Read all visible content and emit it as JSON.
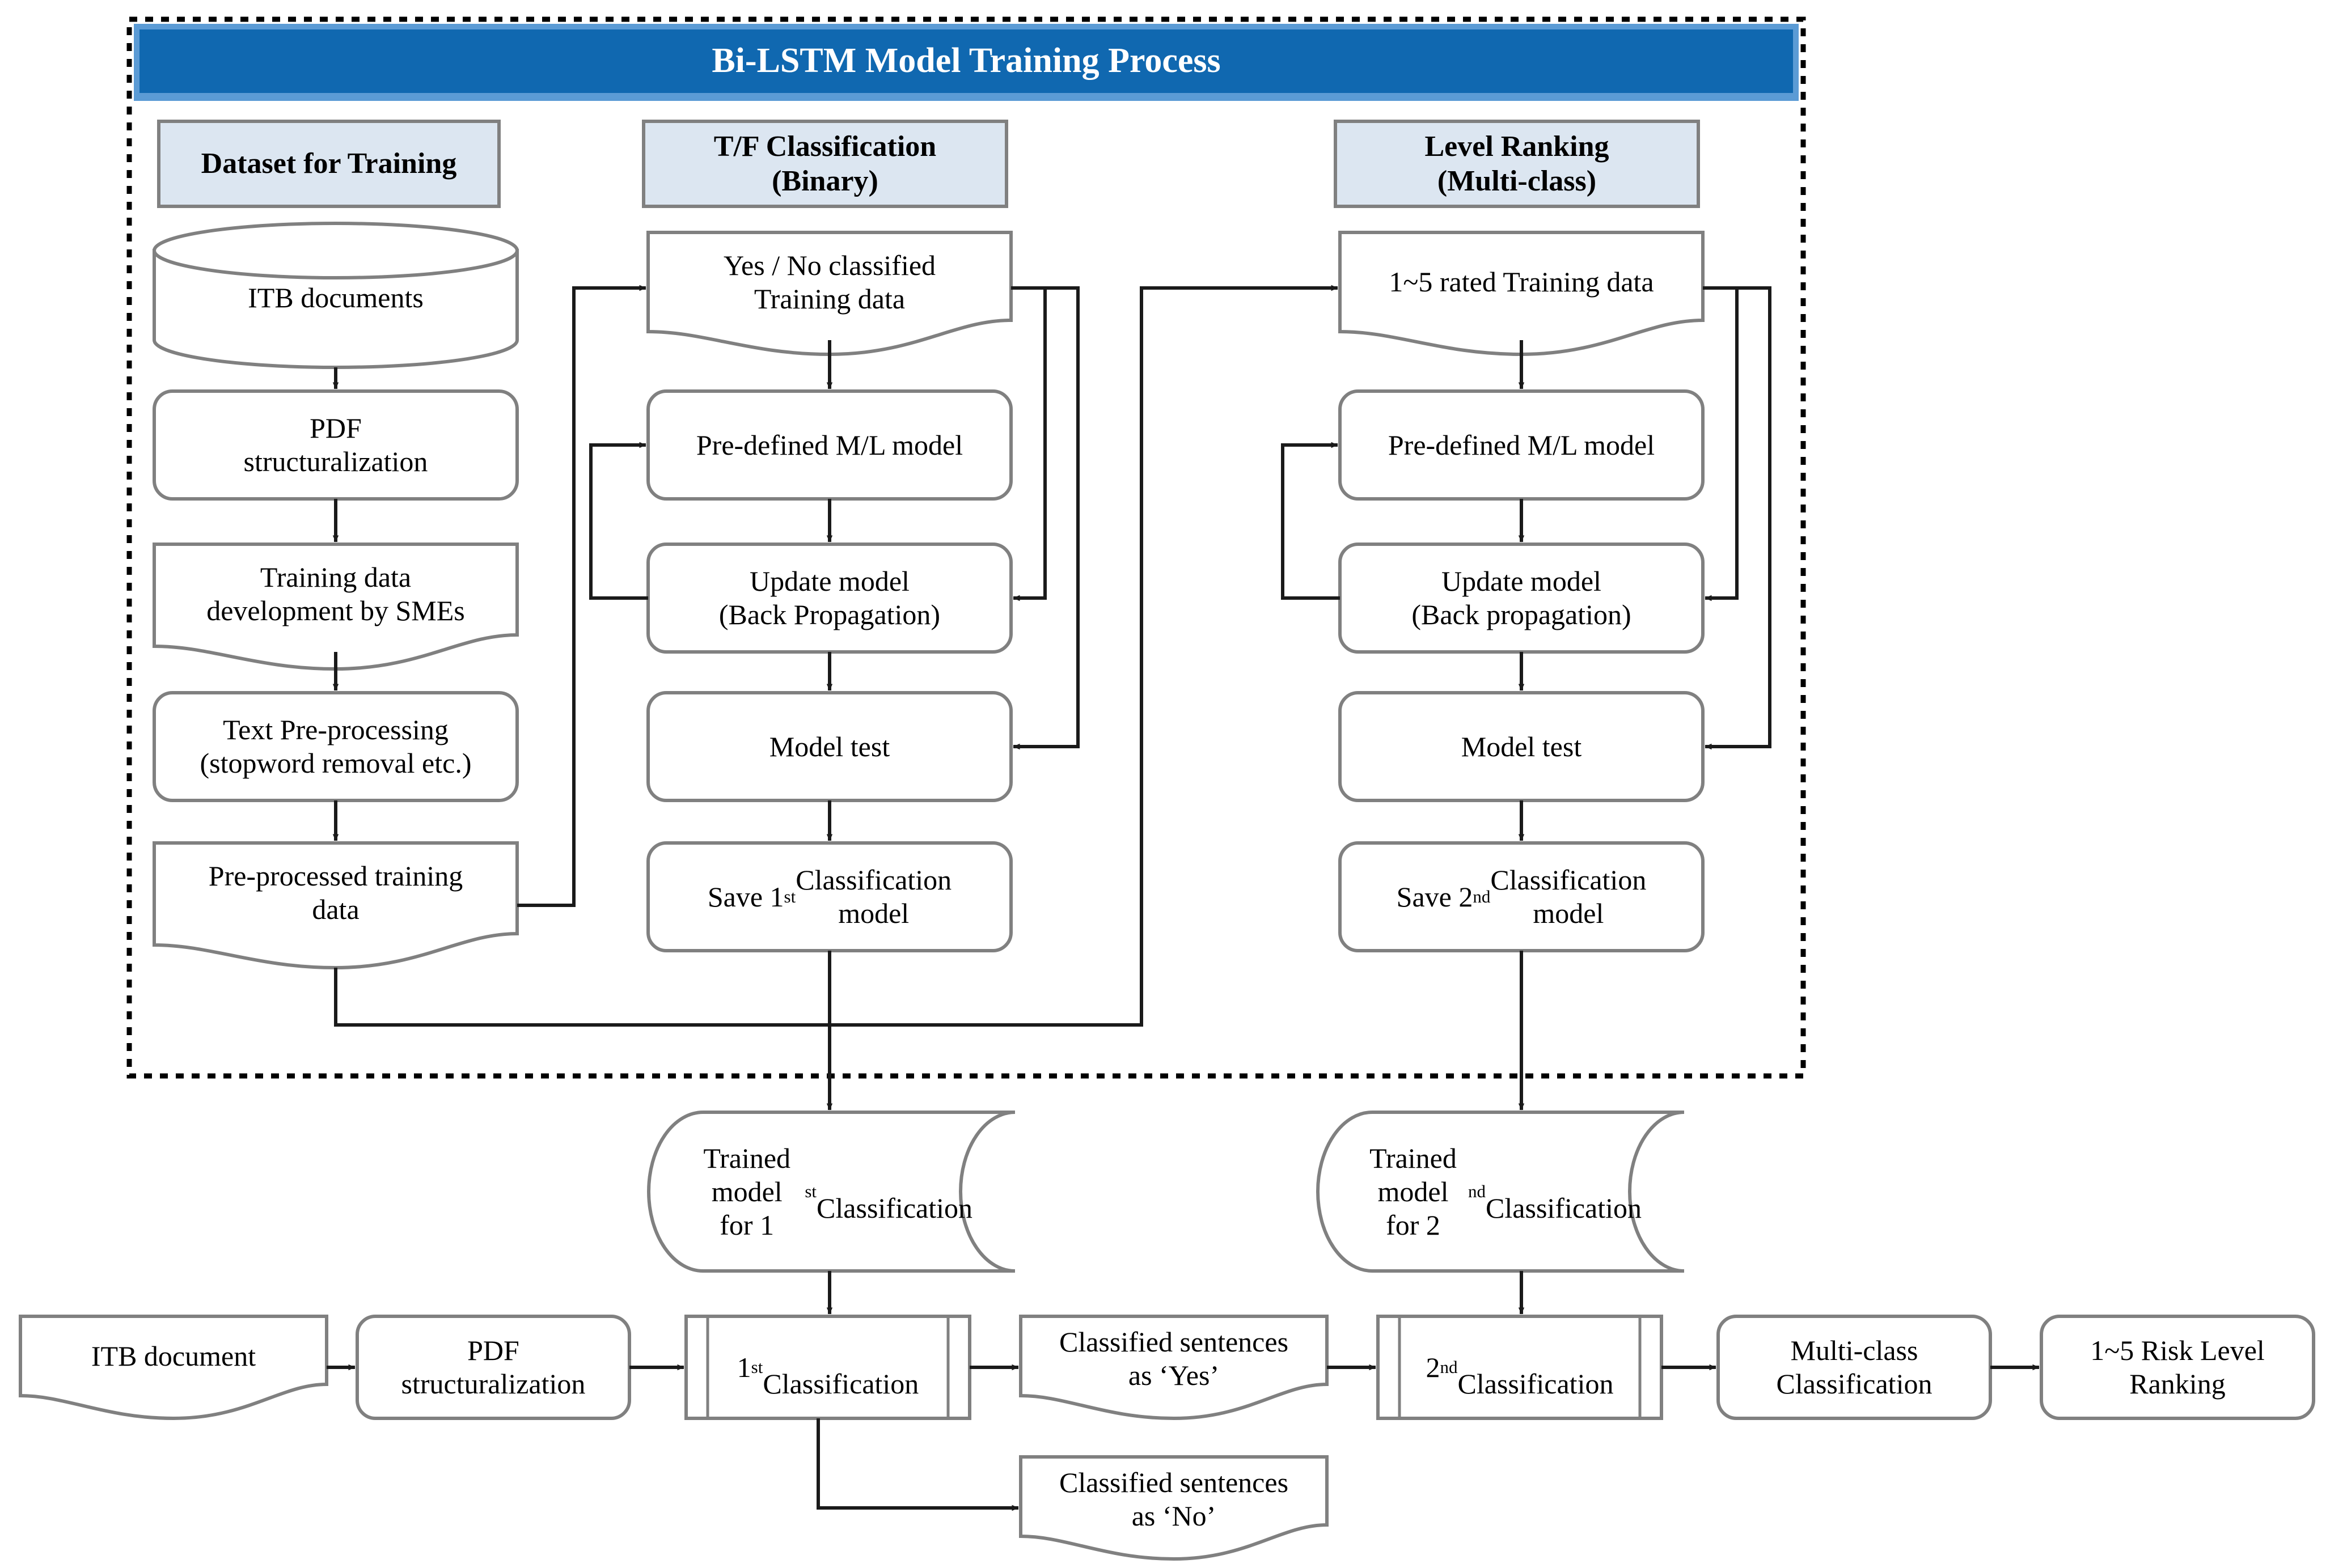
{
  "title_banner": {
    "text": "Bi-LSTM Model Training Process",
    "bg": "#1068b0",
    "border": "#5b9bd5",
    "text_color": "#ffffff"
  },
  "container": {
    "style": "dotted-border",
    "border_color": "#000000"
  },
  "palette": {
    "header_fill": "#dce6f1",
    "header_border": "#808080",
    "shape_border": "#808080",
    "line": "#404040",
    "page_bg": "#ffffff"
  },
  "column_headers": [
    {
      "id": "dataset",
      "label": "Dataset  for Training"
    },
    {
      "id": "tf",
      "label": "T/F Classification\n(Binary)"
    },
    {
      "id": "level",
      "label": "Level Ranking\n(Multi-class)"
    }
  ],
  "column_dataset": {
    "nodes": [
      {
        "id": "itb-documents",
        "label": "ITB documents",
        "shape": "cylinder"
      },
      {
        "id": "pdf-structuralization",
        "label": "PDF\nstructuralization",
        "shape": "rounded-rect"
      },
      {
        "id": "training-data-development",
        "label": "Training data\ndevelopment by SMEs",
        "shape": "document"
      },
      {
        "id": "text-preprocessing",
        "label": "Text Pre-processing\n(stopword removal etc.)",
        "shape": "rounded-rect"
      },
      {
        "id": "preprocessed-training-data",
        "label": "Pre-processed training\ndata",
        "shape": "document"
      }
    ]
  },
  "column_tf": {
    "nodes": [
      {
        "id": "yes-no-training-data",
        "label": "Yes / No classified\nTraining data",
        "shape": "document"
      },
      {
        "id": "predefined-ml-model-1",
        "label": "Pre-defined M/L model",
        "shape": "rounded-rect"
      },
      {
        "id": "update-model-1",
        "label": "Update model\n(Back Propagation)",
        "shape": "rounded-rect"
      },
      {
        "id": "model-test-1",
        "label": "Model test",
        "shape": "rounded-rect"
      },
      {
        "id": "save-1st-model",
        "label_html": "Save 1<sup>st</sup> Classification\nmodel",
        "label": "Save 1st Classification model",
        "shape": "rounded-rect"
      }
    ]
  },
  "column_level": {
    "nodes": [
      {
        "id": "rated-training-data",
        "label": "1~5 rated Training data",
        "shape": "document"
      },
      {
        "id": "predefined-ml-model-2",
        "label": "Pre-defined M/L model",
        "shape": "rounded-rect"
      },
      {
        "id": "update-model-2",
        "label": "Update model\n(Back propagation)",
        "shape": "rounded-rect"
      },
      {
        "id": "model-test-2",
        "label": "Model test",
        "shape": "rounded-rect"
      },
      {
        "id": "save-2nd-model",
        "label_html": "Save 2<sup>nd</sup> Classification\nmodel",
        "label": "Save 2nd Classification model",
        "shape": "rounded-rect"
      }
    ]
  },
  "trained_models": [
    {
      "id": "trained-model-1",
      "label_html": "Trained model\nfor 1<sup>st</sup>\nClassification",
      "label": "Trained model for 1st Classification",
      "shape": "stored-data"
    },
    {
      "id": "trained-model-2",
      "label_html": "Trained model\nfor 2<sup>nd</sup>\nClassification",
      "label": "Trained model for 2nd Classification",
      "shape": "stored-data"
    }
  ],
  "inference_row": {
    "nodes": [
      {
        "id": "itb-document",
        "label": "ITB document",
        "shape": "document"
      },
      {
        "id": "pdf-structuralization-inference",
        "label": "PDF\nstructuralization",
        "shape": "rounded-rect"
      },
      {
        "id": "first-classification",
        "label_html": "1<sup>st</sup>\nClassification",
        "label": "1st Classification",
        "shape": "predefined-process"
      },
      {
        "id": "classified-yes",
        "label": "Classified sentences\nas ‘Yes’",
        "shape": "document"
      },
      {
        "id": "second-classification",
        "label_html": "2<sup>nd</sup>\nClassification",
        "label": "2nd Classification",
        "shape": "predefined-process"
      },
      {
        "id": "multi-class-classification",
        "label": "Multi-class\nClassification",
        "shape": "rounded-rect"
      },
      {
        "id": "risk-level-ranking",
        "label": "1~5 Risk Level\nRanking",
        "shape": "rounded-rect"
      }
    ],
    "branch_node": {
      "id": "classified-no",
      "label": "Classified sentences\nas ‘No’",
      "shape": "document"
    }
  }
}
